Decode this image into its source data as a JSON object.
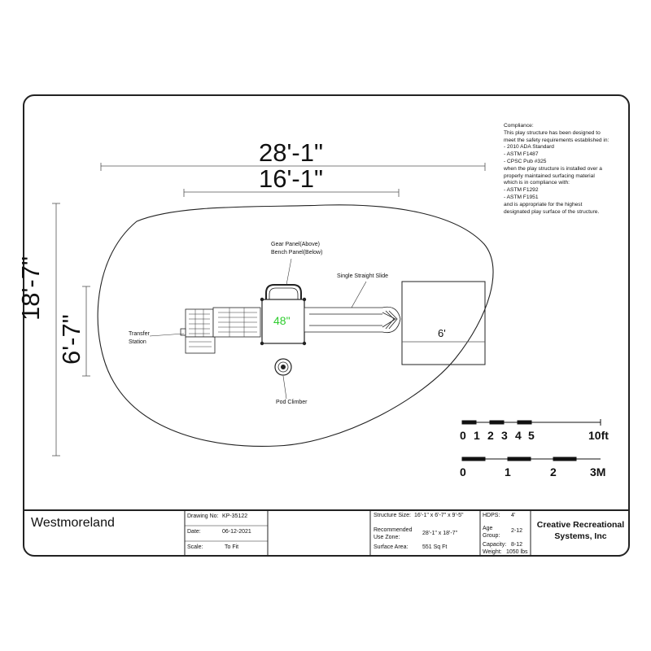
{
  "compliance": {
    "lines": [
      "Compliance:",
      "This play structure has been designed to",
      "meet the safety requirements established in:",
      "- 2010 ADA Standard",
      "- ASTM F1487",
      "- CPSC Pub #325",
      "when the play structure is installed over a",
      "properly maintained surfacing material",
      "which is in compliance with:",
      "- ASTM F1292",
      "- ASTM F1951",
      "and is appropriate for the highest",
      "designated play surface of the structure."
    ]
  },
  "dimensions": {
    "overall_width": "28'-1\"",
    "structure_width": "16'-1\"",
    "overall_depth": "18'-7\"",
    "structure_depth": "6'-7\"",
    "deck_height": "48\"",
    "slide_runout": "6'"
  },
  "labels": {
    "gear_panel": "Gear Panel(Above)",
    "bench_panel": "Bench Panel(Below)",
    "slide": "Single Straight Slide",
    "transfer": "Transfer",
    "station": "Station",
    "pod_climber": "Pod Climber"
  },
  "scale_ft": {
    "ticks": [
      "0",
      "1",
      "2",
      "3",
      "4",
      "5"
    ],
    "end": "10ft"
  },
  "scale_m": {
    "ticks": [
      "0",
      "1",
      "2"
    ],
    "end": "3M"
  },
  "title_block": {
    "name": "Westmoreland",
    "drawing_no_label": "Drawing No:",
    "drawing_no": "KP-35122",
    "date_label": "Date:",
    "date": "06-12-2021",
    "scale_label": "Scale:",
    "scale": "To Fit",
    "structure_size_label": "Structure Size:",
    "structure_size": "16'-1\" x 6'-7\" x 9'-5\"",
    "use_zone_label": "Recommended\nUse Zone:",
    "use_zone": "28'-1\" x 18'-7\"",
    "surface_area_label": "Surface Area:",
    "surface_area": "551 Sq Ft",
    "hdps_label": "HDPS:",
    "hdps": "4'",
    "age_group_label": "Age\nGroup:",
    "age_group": "2-12",
    "capacity_label": "Capacity:",
    "capacity": "8-12",
    "weight_label": "Weight:",
    "weight": "1050 lbs",
    "company": "Creative Recreational\nSystems, Inc"
  },
  "colors": {
    "line": "#222222",
    "deck_label": "#2ecc2e"
  }
}
